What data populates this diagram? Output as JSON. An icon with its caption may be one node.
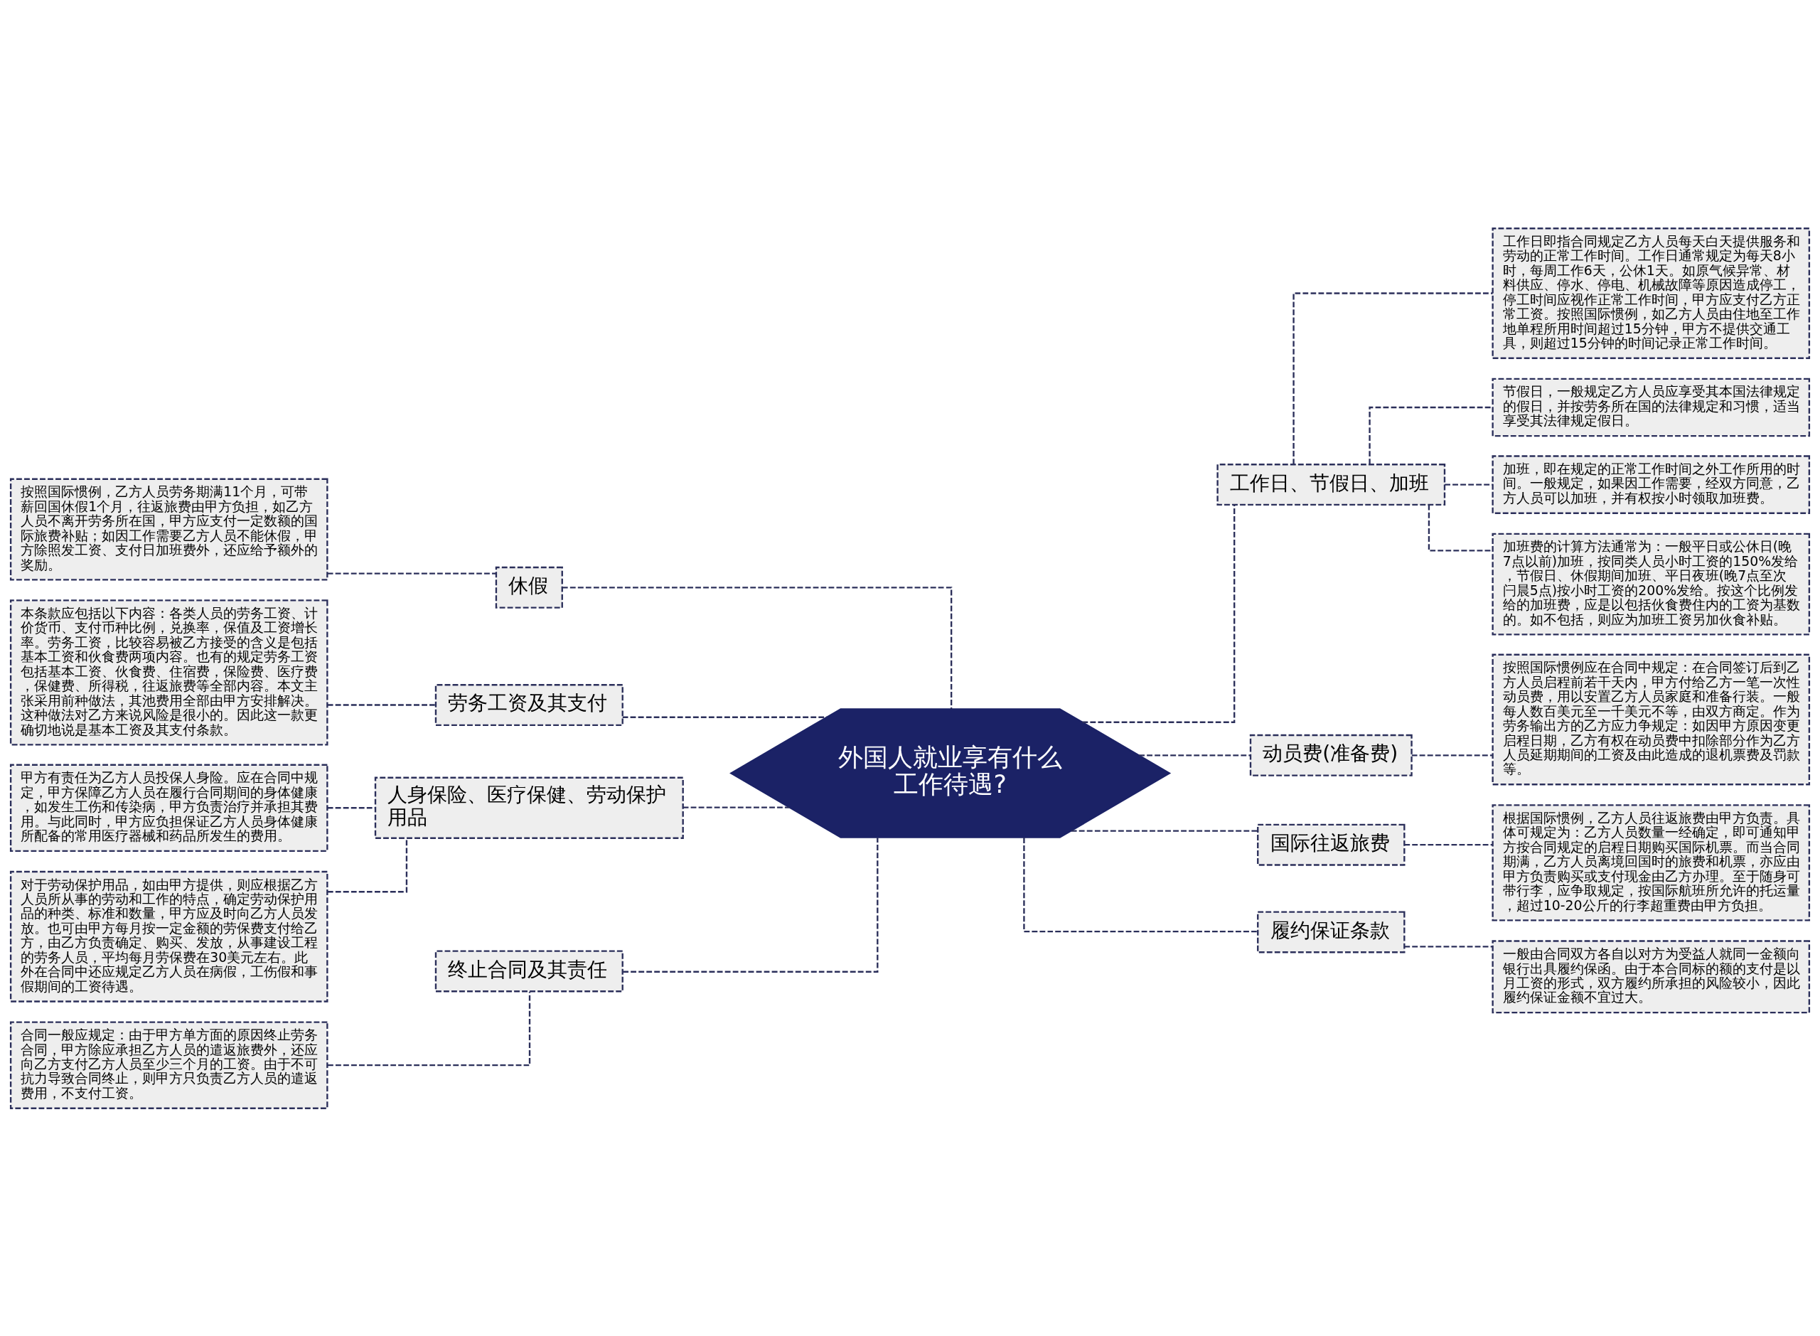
{
  "diagram": {
    "nodes": [
      {
        "text": [
          "外国人就业享有什么工作待遇?"
        ]
      },
      {
        "text": [
          "工作日、节假日、加班"
        ]
      },
      {
        "text": [
          "工作日即指合同规定乙方人员每天白天提供服务和劳动的正常工作时间。工作日通常规定为每天8小时，每周工作6天，公休1天。如原气候异常、材料供应、停水、停电、机械故障等原因造成停工，停工时间应视作正常工作时间，甲方应支付乙方正常工资。按照国际惯例，如乙方人员由住地至工作地单程所用时间超过15分钟，甲方不提供交通工具，则超过15分钟的时间记录正常工作时间。"
        ]
      },
      {
        "text": [
          "节假日，一般规定乙方人员应享受其本国法律规定的假日，并按劳务所在国的法律规定和习惯，适当享受其法律规定假日。"
        ]
      },
      {
        "text": [
          "加班，即在规定的正常工作时间之外工作所用的时间。一般规定，如果因工作需要，经双方同意，乙方人员可以加班，并有权按小时领取加班费。"
        ]
      },
      {
        "text": [
          "加班费的计算方法通常为：一般平日或公休日(晚7点以前)加班，按同类人员小时工资的150%发给，节假日、休假期间加班、平日夜班(晚7点至次闩晨5点)按小时工资的200%发给。按这个比例发给的加班费，应是以包括伙食费住内的工资为基数的。如不包括，则应为加班工资另加伙食补贴。"
        ]
      },
      {
        "text": [
          "动员费(准备费)"
        ]
      },
      {
        "text": [
          "按照国际惯例应在合同中规定：在合同签订后到乙方人员启程前若干天内，甲方付给乙方一笔一次性动员费，用以安置乙方人员家庭和准备行装。一般每人数百美元至一千美元不等，由双方商定。作为劳务输出方的乙方应力争规定：如因甲方原因变更启程日期，乙方有权在动员费中扣除部分作为乙方人员延期期间的工资及由此造成的退机票费及罚款等。"
        ]
      },
      {
        "text": [
          "国际往返旅费"
        ]
      },
      {
        "text": [
          "根据国际惯例，乙方人员往返旅费由甲方负责。具体可规定为：乙方人员数量一经确定，即可通知甲方按合同规定的启程日期购买国际机票。而当合同期满，乙方人员离境回国时的旅费和机票，亦应由甲方负责购买或支付现金由乙方办理。至于随身可带行李，应争取规定，按国际航班所允许的托运量，超过10-20公斤的行李超重费由甲方负担。"
        ]
      },
      {
        "text": [
          "履约保证条款"
        ]
      },
      {
        "text": [
          "一般由合同双方各自以对方为受益人就同一金额向银行出具履约保函。由于本合同标的额的支付是以月工资的形式，双方履约所承担的风险较小，因此履约保证金额不宜过大。"
        ]
      },
      {
        "text": [
          "休假"
        ]
      },
      {
        "text": [
          "按照国际惯例，乙方人员劳务期满11个月，可带薪回国休假1个月，往返旅费由甲方负担，如乙方人员不离开劳务所在国，甲方应支付一定数额的国际旅费补贴；如因工作需要乙方人员不能休假，甲方除照发工资、支付日加班费外，还应给予额外的奖励。"
        ]
      },
      {
        "text": [
          "劳务工资及其支付"
        ]
      },
      {
        "text": [
          "本条款应包括以下内容：各类人员的劳务工资、计价货币、支付币种比例，兑换率，保值及工资增长率。劳务工资，比较容易被乙方接受的含义是包括基本工资和伙食费两项内容。也有的规定劳务工资包括基本工资、伙食费、住宿费，保险费、医疗费，保健费、所得税，往返旅费等全部内容。本文主张采用前种做法，其池费用全部由甲方安排解决。这种做法对乙方来说风险是很小的。因此这一款更确切地说是基本工资及其支付条款。"
        ]
      },
      {
        "text": [
          "人身保险、医疗保健、劳动保护用品"
        ]
      },
      {
        "text": [
          "甲方有责任为乙方人员投保人身险。应在合同中规定，甲方保障乙方人员在履行合同期间的身体健康，如发生工伤和传染病，甲方负责治疗并承担其费用。与此同时，甲方应负担保证乙方人员身体健康所配备的常用医疗器械和药品所发生的费用。"
        ]
      },
      {
        "text": [
          "对于劳动保护用品，如由甲方提供，则应根据乙方人员所从事的劳动和工作的特点，确定劳动保护用品的种类、标准和数量，甲方应及时向乙方人员发放。也可由甲方每月按一定金额的劳保费支付给乙方，由乙方负责确定、购买、发放，从事建设工程的劳务人员，平均每月劳保费在30美元左右。此外在合同中还应规定乙方人员在病假，工伤假和事假期间的工资待遇。"
        ]
      },
      {
        "text": [
          "终止合同及其责任"
        ]
      },
      {
        "text": [
          "合同一般应规定：由于甲方单方面的原因终止劳务合同，甲方除应承担乙方人员的遣返旅费外，还应向乙方支付乙方人员至少三个月的工资。由于不可抗力导致合同终止，则甲方只负责乙方人员的遣返费用，不支付工资。"
        ]
      }
    ],
    "edges": [
      {
        "from": 0,
        "to": 1,
        "arrow": "none",
        "style": "dashed"
      },
      {
        "from": 1,
        "to": 2,
        "arrow": "none",
        "style": "dashed"
      },
      {
        "from": 1,
        "to": 3,
        "arrow": "none",
        "style": "dashed"
      },
      {
        "from": 1,
        "to": 4,
        "arrow": "none",
        "style": "dashed"
      },
      {
        "from": 1,
        "to": 5,
        "arrow": "none",
        "style": "dashed"
      },
      {
        "from": 0,
        "to": 6,
        "arrow": "none",
        "style": "dashed"
      },
      {
        "from": 6,
        "to": 7,
        "arrow": "none",
        "style": "dashed"
      },
      {
        "from": 0,
        "to": 8,
        "arrow": "none",
        "style": "dashed"
      },
      {
        "from": 8,
        "to": 9,
        "arrow": "none",
        "style": "dashed"
      },
      {
        "from": 0,
        "to": 10,
        "arrow": "none",
        "style": "dashed"
      },
      {
        "from": 10,
        "to": 11,
        "arrow": "none",
        "style": "dashed"
      },
      {
        "from": 0,
        "to": 12,
        "arrow": "none",
        "style": "dashed"
      },
      {
        "from": 12,
        "to": 13,
        "arrow": "none",
        "style": "dashed"
      },
      {
        "from": 0,
        "to": 14,
        "arrow": "none",
        "style": "dashed"
      },
      {
        "from": 14,
        "to": 15,
        "arrow": "none",
        "style": "dashed"
      },
      {
        "from": 0,
        "to": 16,
        "arrow": "none",
        "style": "dashed"
      },
      {
        "from": 16,
        "to": 17,
        "arrow": "none",
        "style": "dashed"
      },
      {
        "from": 16,
        "to": 18,
        "arrow": "none",
        "style": "dashed"
      },
      {
        "from": 0,
        "to": 19,
        "arrow": "none",
        "style": "dashed"
      },
      {
        "from": 19,
        "to": 20,
        "arrow": "none",
        "style": "dashed"
      }
    ]
  }
}
